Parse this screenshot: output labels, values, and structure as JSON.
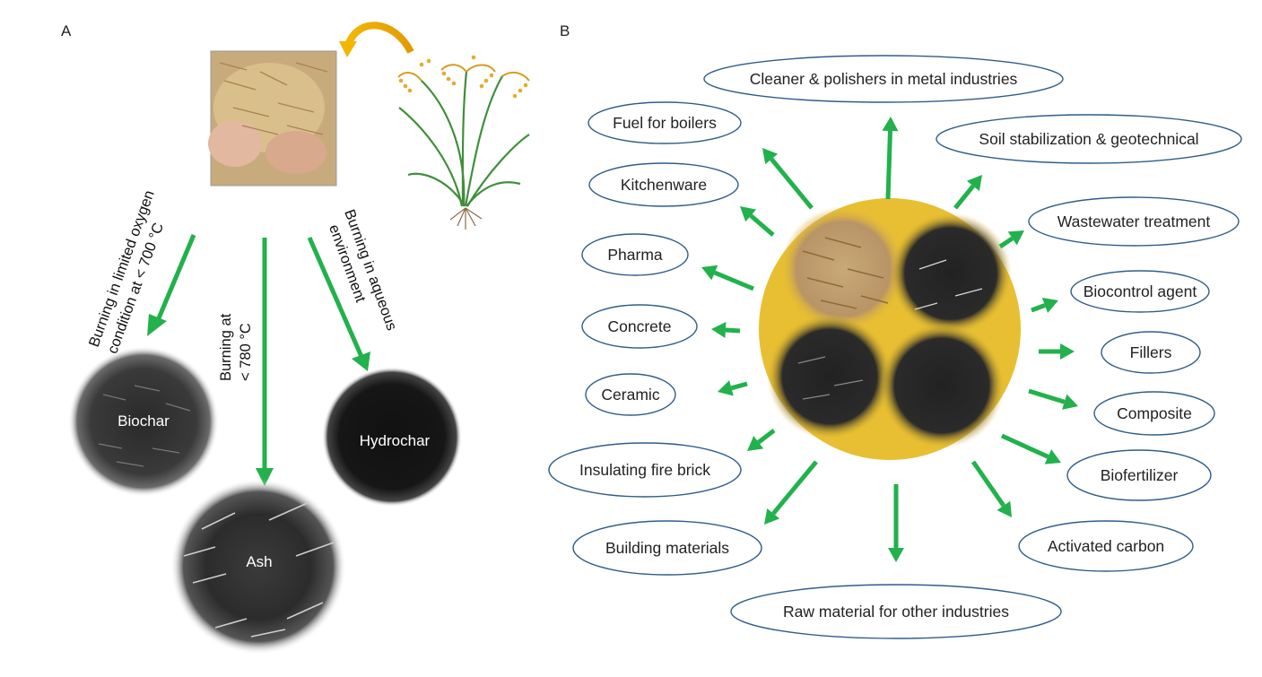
{
  "panels": {
    "a": "A",
    "b": "B"
  },
  "panel_a": {
    "pathways": [
      {
        "label_lines": [
          "Burning in limited oxygen",
          "condition at < 700 °C"
        ]
      },
      {
        "label_lines": [
          "Burning at",
          "< 780 °C"
        ]
      },
      {
        "label_lines": [
          "Burning in aqueous",
          "environment"
        ]
      }
    ],
    "products": {
      "biochar": "Biochar",
      "ash": "Ash",
      "hydrochar": "Hydrochar"
    },
    "icons": {
      "source": "rice-husk-photo",
      "plant": "rice-plant-icon",
      "cycle": "curved-arrow-icon"
    }
  },
  "panel_b": {
    "center_color": "#e8bf32",
    "arrow_color": "#22b14c",
    "ellipse_stroke": "#2f5d8a",
    "uses": [
      "Cleaner & polishers in metal industries",
      "Fuel for boilers",
      "Soil stabilization & geotechnical",
      "Kitchenware",
      "Wastewater treatment",
      "Pharma",
      "Biocontrol agent",
      "Concrete",
      "Fillers",
      "Ceramic",
      "Composite",
      "Insulating fire brick",
      "Biofertilizer",
      "Building materials",
      "Activated carbon",
      "Raw material for other industries"
    ]
  }
}
